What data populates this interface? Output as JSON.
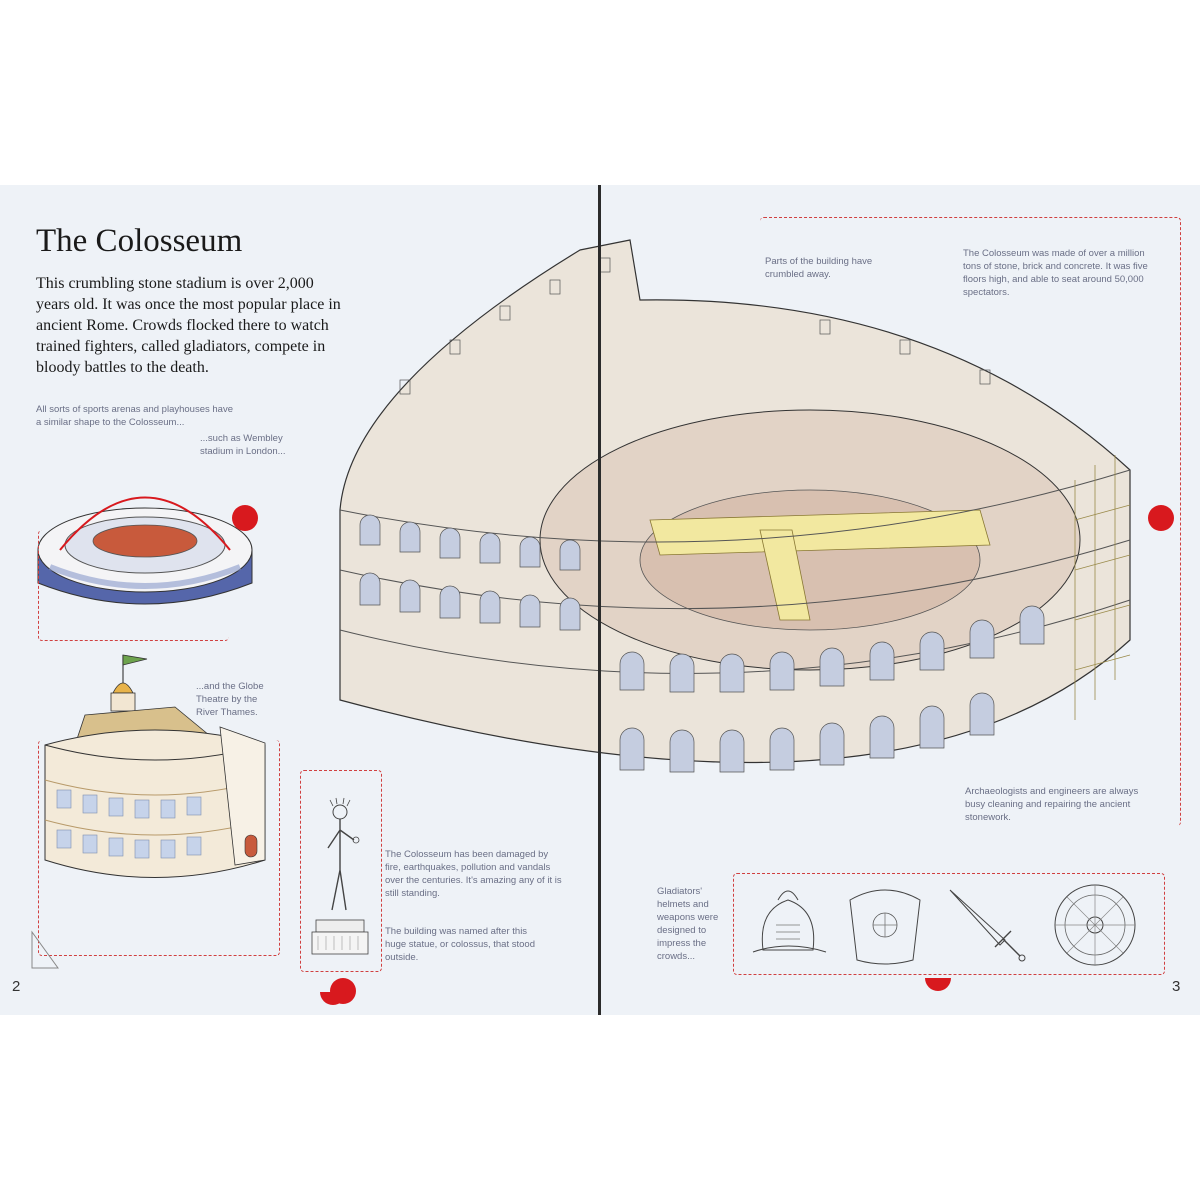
{
  "page": {
    "title": "The Colosseum",
    "intro": "This crumbling stone stadium is over 2,000 years old. It was once the most popular place in ancient Rome. Crowds flocked there to watch trained fighters, called gladiators, compete in bloody battles to the death.",
    "page_left": "2",
    "page_right": "3"
  },
  "notes": {
    "arenas": "All sorts of sports arenas and playhouses have a similar shape to the Colosseum...",
    "wembley": "...such as Wembley stadium in London...",
    "globe": "...and the Globe Theatre by the River Thames.",
    "crumbled": "Parts of the building have crumbled away.",
    "materials": "The Colosseum was made of over a million tons of stone, brick and concrete. It was five floors high, and able to seat around 50,000 spectators.",
    "damage": "The Colosseum has been damaged by fire, earthquakes, pollution and vandals over the centuries. It's amazing any of it is still standing.",
    "named": "The building was named after this huge statue, or colossus, that stood outside.",
    "archaeologists": "Archaeologists and engineers are always busy cleaning and repairing the ancient stonework.",
    "gladiators": "Gladiators' helmets and weapons were designed to impress the crowds..."
  },
  "colors": {
    "accent": "#d8191e",
    "paper": "#eef2f7",
    "note_text": "#6a6f86",
    "stone": "#e8e0d5",
    "brick": "#d9c2b2"
  }
}
